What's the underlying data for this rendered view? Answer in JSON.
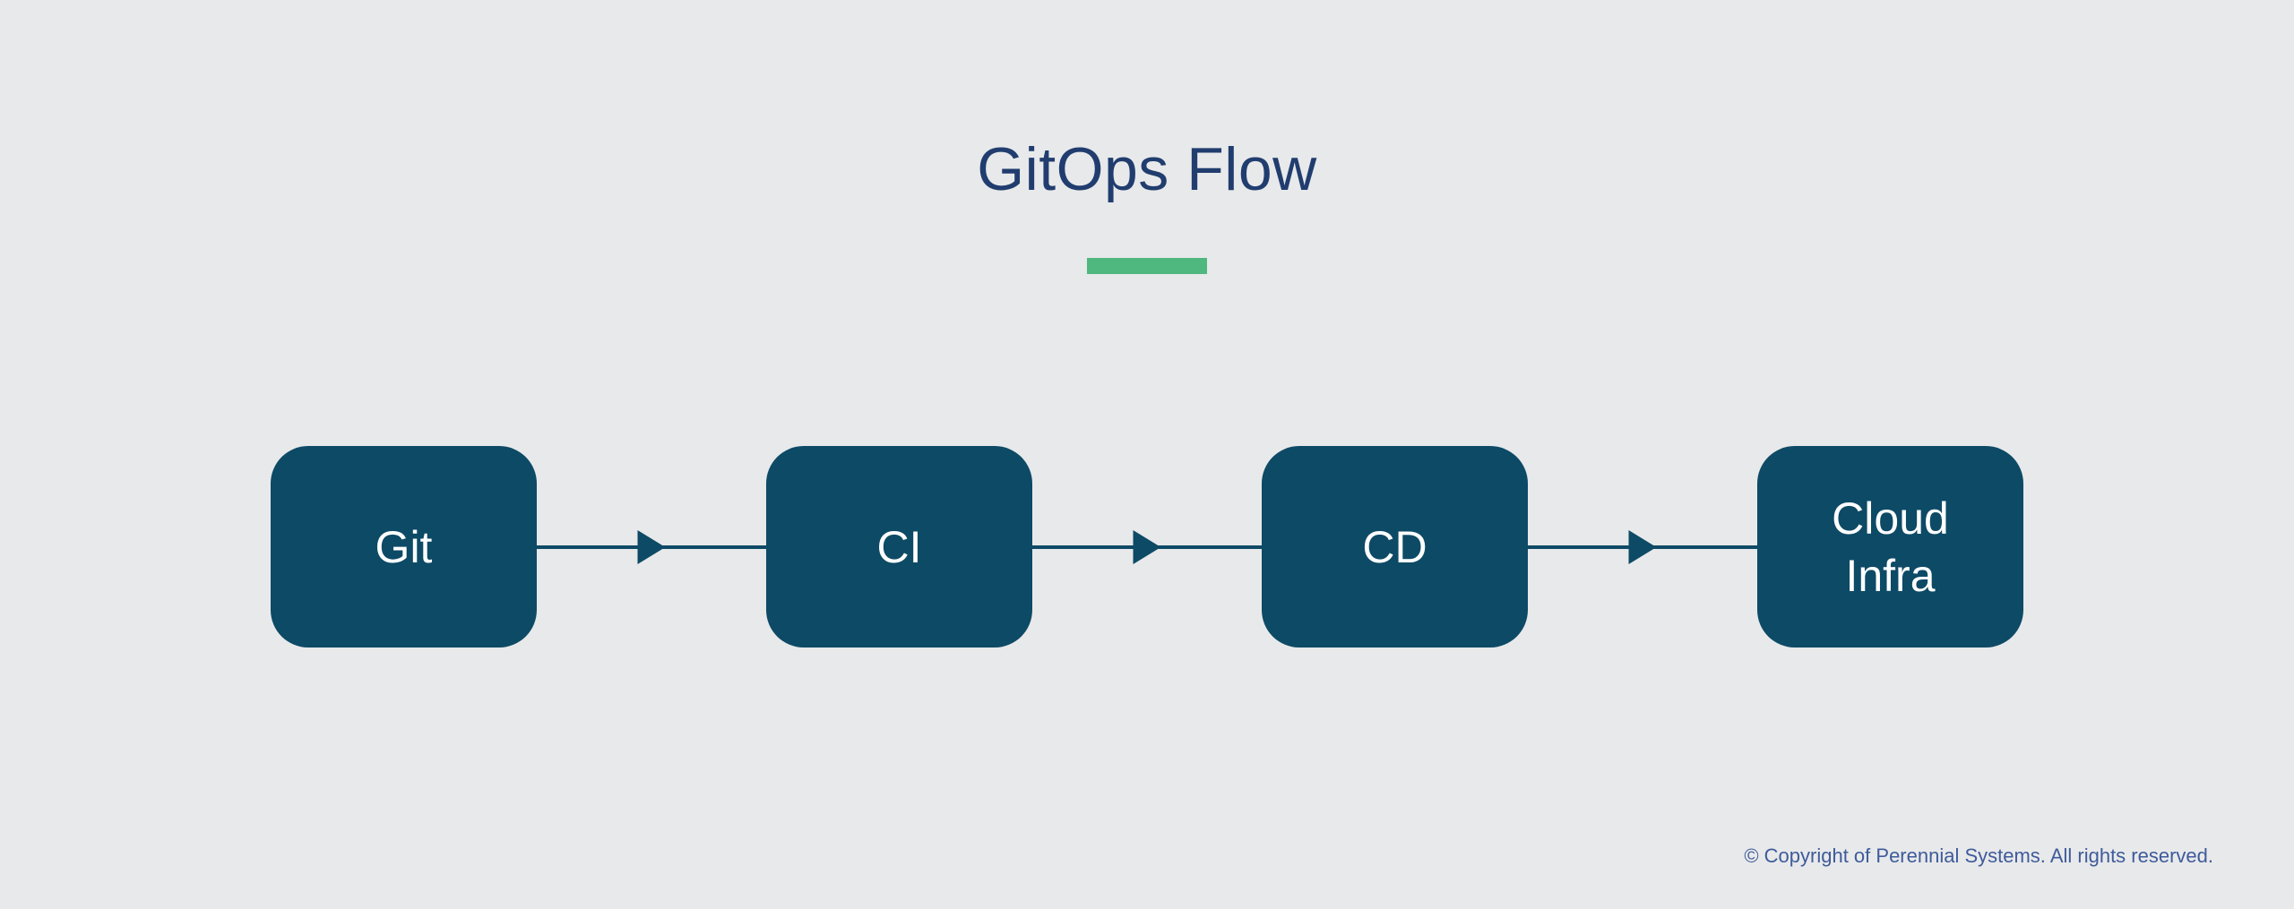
{
  "title": "GitOps Flow",
  "flow": {
    "nodes": [
      {
        "id": "git",
        "label": "Git"
      },
      {
        "id": "ci",
        "label": "CI"
      },
      {
        "id": "cd",
        "label": "CD"
      },
      {
        "id": "cloud-infra",
        "label": "Cloud Infra"
      }
    ],
    "connections": [
      {
        "from": "git",
        "to": "ci",
        "direction": "right"
      },
      {
        "from": "ci",
        "to": "cd",
        "direction": "right"
      },
      {
        "from": "cd",
        "to": "cloud-infra",
        "direction": "right"
      }
    ]
  },
  "footer": {
    "copyright": "© Copyright of Perennial Systems. All rights reserved."
  },
  "colors": {
    "background": "#E8E9EA",
    "node_fill": "#0D4A66",
    "node_text": "#FFFFFF",
    "title_text": "#213D6F",
    "accent_bar": "#4FB87E",
    "footer_text": "#3E5B9B"
  }
}
